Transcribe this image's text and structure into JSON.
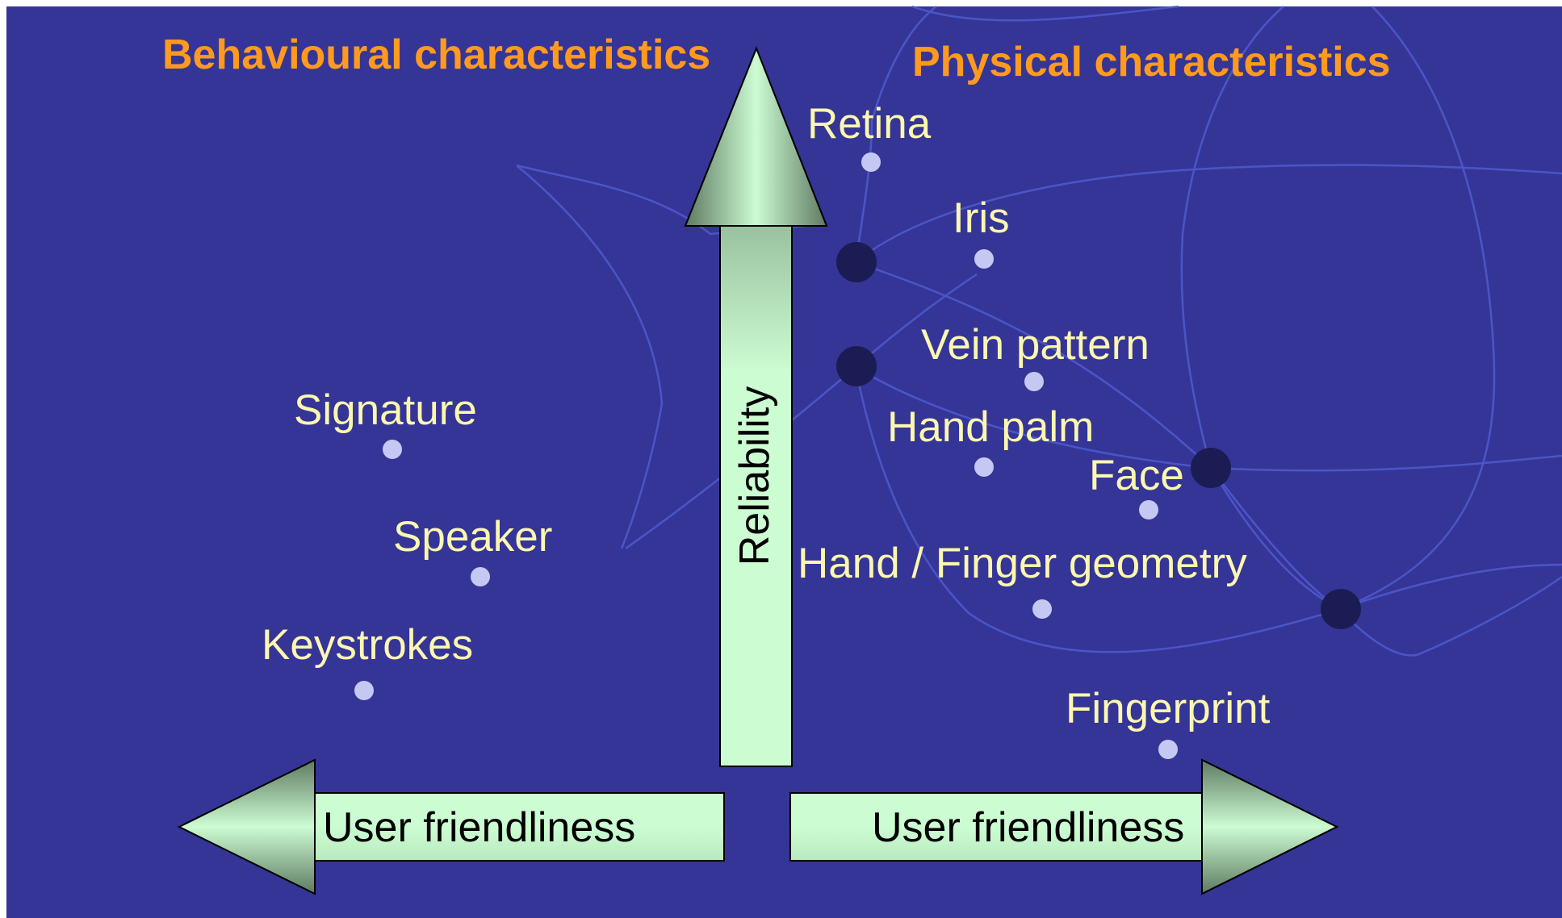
{
  "colors": {
    "background": "#353597",
    "heading": "#ff9a1e",
    "item_text": "#fbf7b0",
    "marker": "#c5c8f2",
    "arrow_fill_light": "#ccfcd2",
    "arrow_fill_dark": "#5e7a62",
    "decor_line": "#4f5bd0",
    "decor_node": "#1c1c55"
  },
  "headings": {
    "behavioural": "Behavioural characteristics",
    "physical": "Physical characteristics"
  },
  "arrows": {
    "vertical": "Reliability",
    "left": "User friendliness",
    "right": "User friendliness"
  },
  "items": {
    "retina": "Retina",
    "iris": "Iris",
    "vein_pattern": "Vein pattern",
    "hand_palm": "Hand palm",
    "face": "Face",
    "hand_finger_geometry": "Hand / Finger geometry",
    "fingerprint": "Fingerprint",
    "signature": "Signature",
    "speaker": "Speaker",
    "keystrokes": "Keystrokes"
  }
}
